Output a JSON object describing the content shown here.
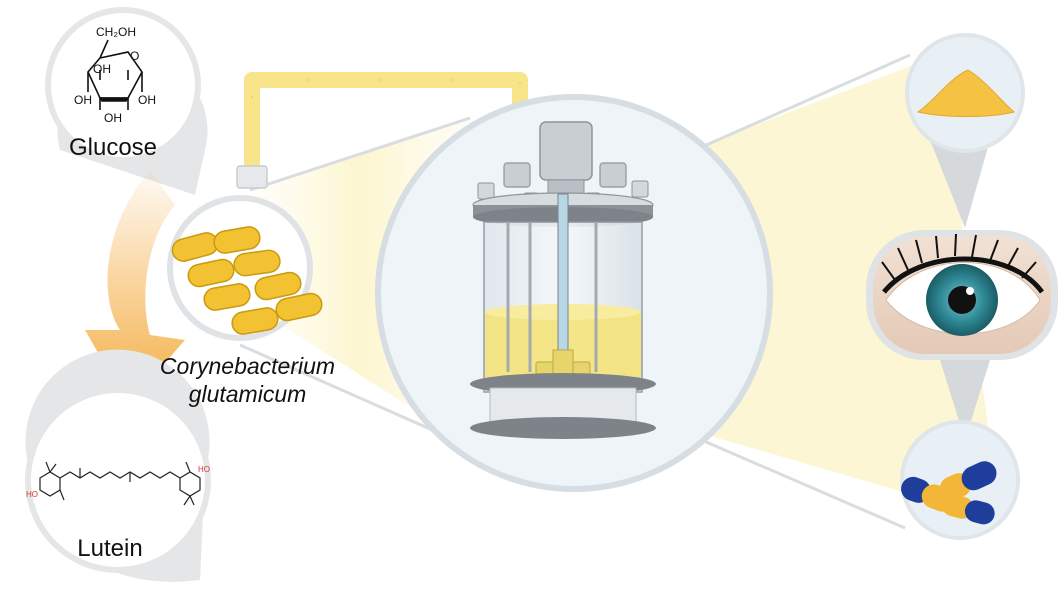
{
  "labels": {
    "glucose": "Glucose",
    "lutein": "Lutein",
    "organism_line1": "Corynebacterium",
    "organism_line2": "glutamicum"
  },
  "glucose_structure": {
    "group_ch2oh": "CH₂OH",
    "ring_oxygen": "O",
    "hydroxyl": "OH"
  },
  "lutein_structure": {
    "hydroxyl": "HO"
  },
  "colors": {
    "cell_yellow": "#f2c232",
    "cell_outline": "#c99a10",
    "medium_yellow": "#f4e37a",
    "tube_yellow": "#f8e58a",
    "beam_yellow": "#fbf4c6",
    "circle_fill": "#eef4f8",
    "circle_stroke": "#d6dde3",
    "iris_teal": "#2f8a96",
    "capsule_blue": "#1f3e9c",
    "capsule_yellow": "#f2b737",
    "powder_yellow": "#f5c244",
    "arrow_orange": "#f3a93a"
  },
  "icons": [
    "glucose-molecule",
    "bacteria-cells",
    "bioreactor",
    "powder-pile",
    "eye",
    "capsules",
    "lutein-molecule"
  ]
}
